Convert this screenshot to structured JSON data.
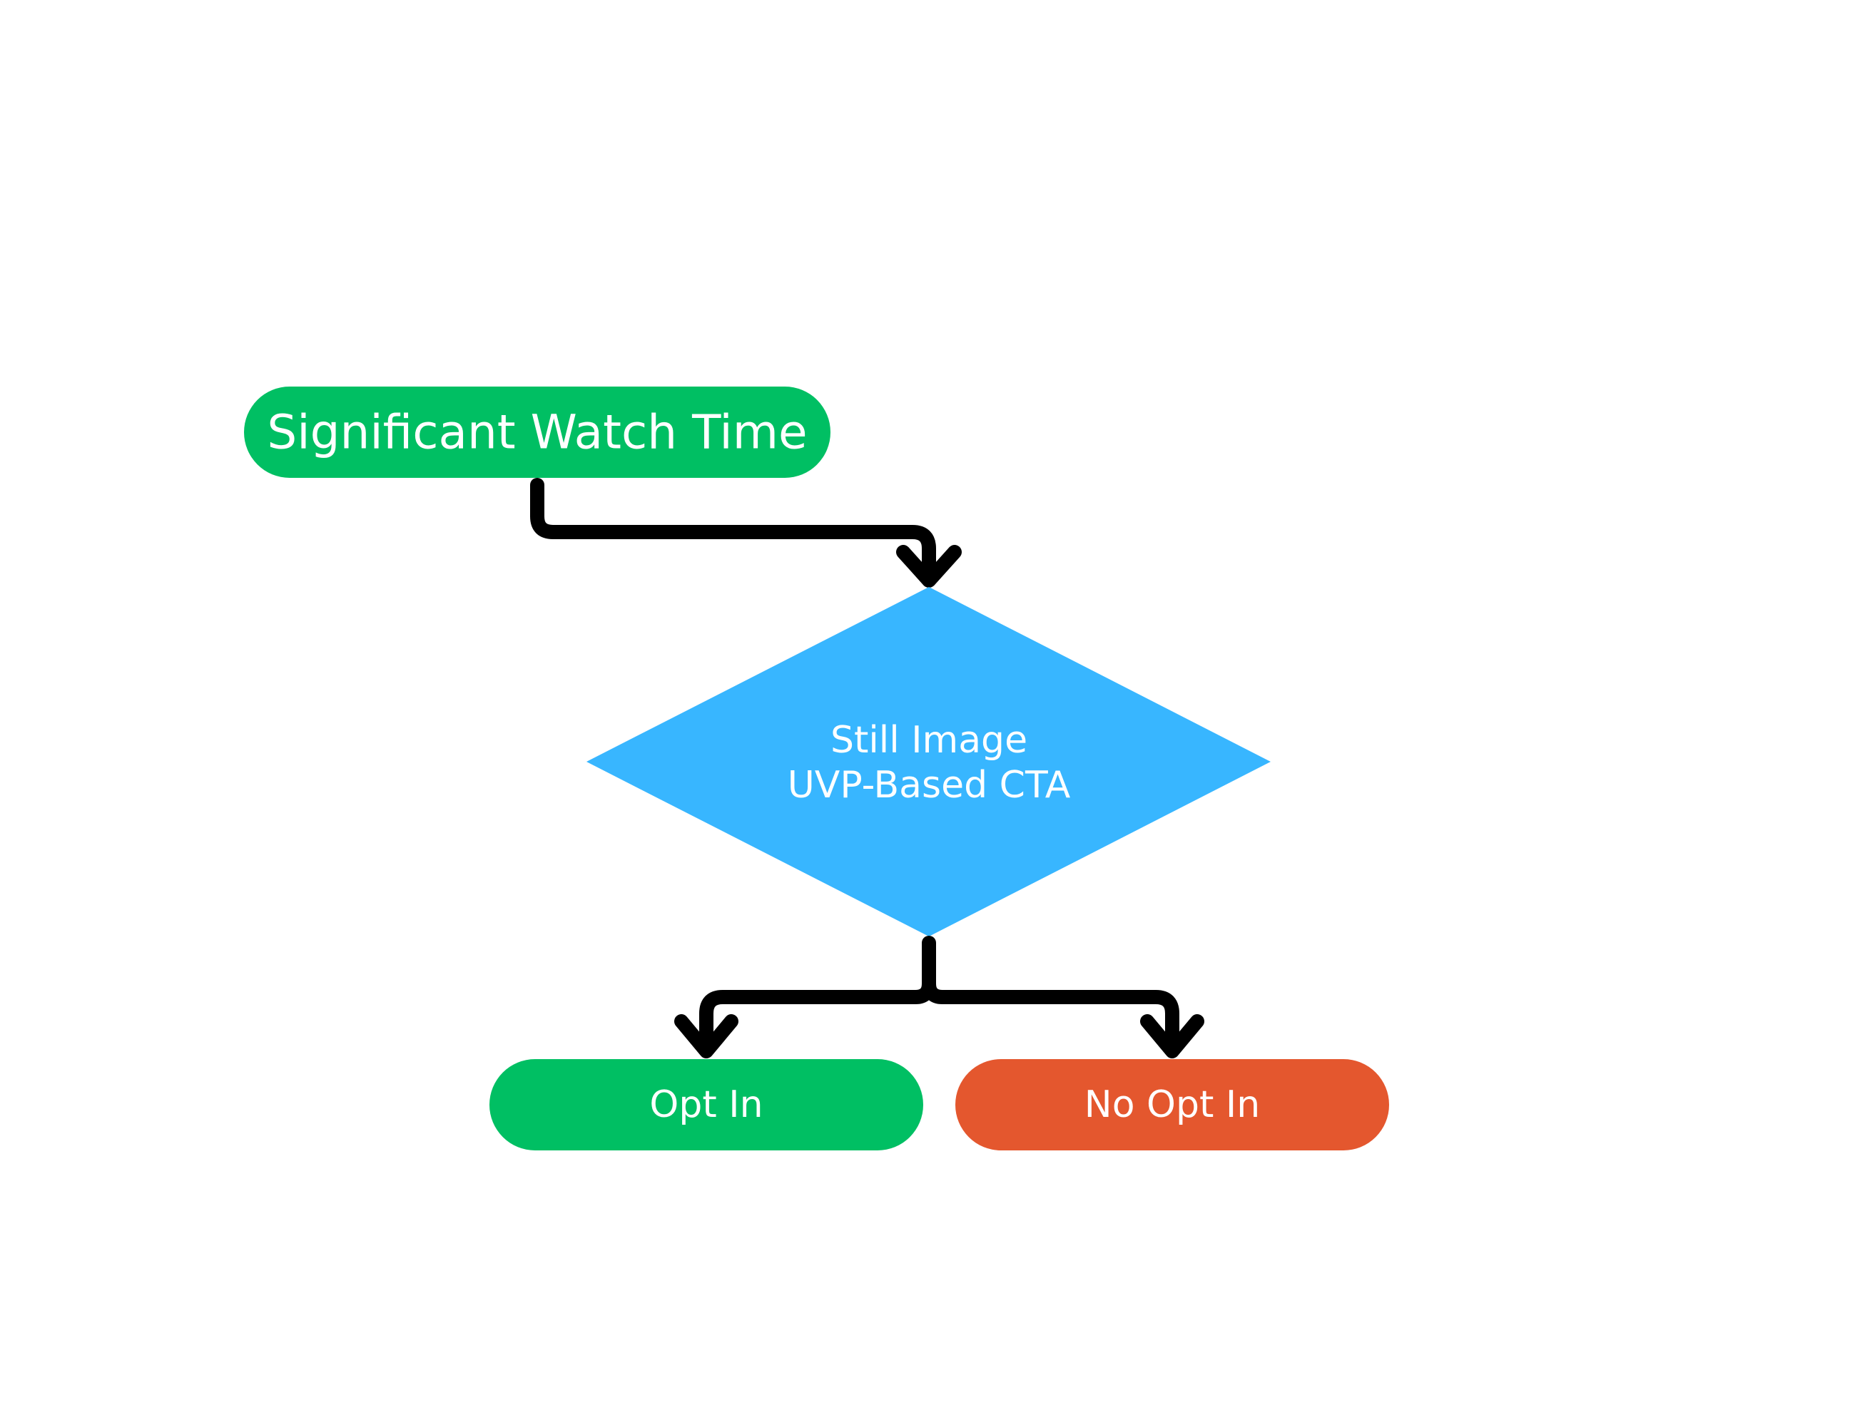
{
  "nodes": {
    "start": {
      "label": "Significant Watch Time",
      "color": "#00bf63"
    },
    "decision": {
      "line1": "Still Image",
      "line2": "UVP-Based CTA",
      "color": "#38b6ff"
    },
    "opt_in": {
      "label": "Opt In",
      "color": "#00bf63"
    },
    "no_opt_in": {
      "label": "No Opt In",
      "color": "#e4572e"
    }
  },
  "connector_color": "#000000"
}
